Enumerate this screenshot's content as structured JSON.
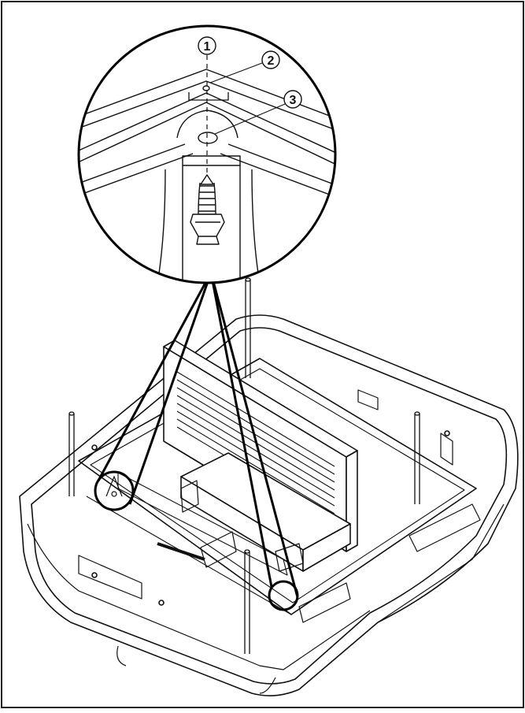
{
  "diagram": {
    "callouts": [
      {
        "id": "callout-1",
        "label": "1"
      },
      {
        "id": "callout-2",
        "label": "2"
      },
      {
        "id": "callout-3",
        "label": "3"
      }
    ],
    "colors": {
      "line": "#111111",
      "background": "#ffffff"
    }
  }
}
